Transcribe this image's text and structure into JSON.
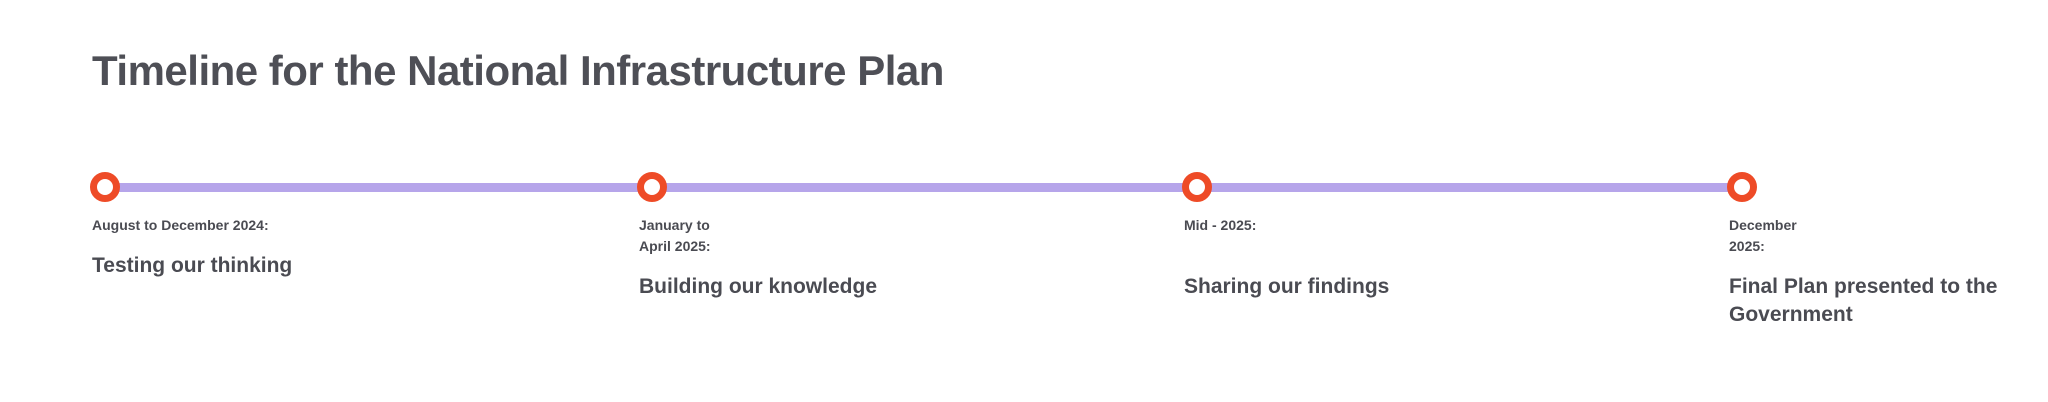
{
  "page": {
    "title": "Timeline for the National Infrastructure Plan"
  },
  "colors": {
    "background": "#ffffff",
    "heading_text": "#4E4F56",
    "body_text": "#4A4B52",
    "line": "#B6A5EA",
    "marker_ring": "#EE4B27",
    "marker_fill": "#ffffff"
  },
  "timeline": {
    "milestones": [
      {
        "date": "August to December 2024:",
        "date_lines": [
          "August to December 2024:"
        ],
        "label": "Testing our thinking",
        "label_lines": [
          "Testing our thinking"
        ]
      },
      {
        "date": "January to April 2025:",
        "date_lines": [
          "January to",
          "April 2025:"
        ],
        "label": "Building our knowledge",
        "label_lines": [
          "Building our knowledge"
        ]
      },
      {
        "date": "Mid - 2025:",
        "date_lines": [
          "Mid - 2025:",
          ""
        ],
        "label": "Sharing our findings",
        "label_lines": [
          "Sharing our findings"
        ]
      },
      {
        "date": "December 2025:",
        "date_lines": [
          "December",
          "2025:"
        ],
        "label": "Final Plan presented to the Government",
        "label_lines": [
          "Final Plan presented to the",
          "Government"
        ]
      }
    ]
  }
}
